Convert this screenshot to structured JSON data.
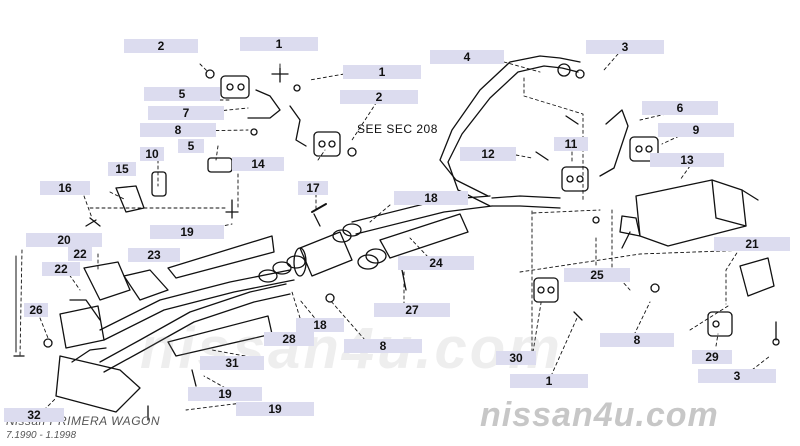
{
  "diagram": {
    "see_section": "SEE SEC 208",
    "watermark": "nissan4u.com",
    "caption": "Nissan PRIMERA WAGON",
    "date_range": "7.1990 - 1.1998"
  },
  "callouts": [
    "2",
    "1",
    "1",
    "5",
    "2",
    "7",
    "8",
    "10",
    "15",
    "14",
    "5",
    "16",
    "17",
    "19",
    "20",
    "22",
    "23",
    "22",
    "26",
    "4",
    "3",
    "6",
    "9",
    "12",
    "11",
    "13",
    "18",
    "24",
    "21",
    "25",
    "28",
    "18",
    "8",
    "27",
    "31",
    "30",
    "8",
    "29",
    "1",
    "3",
    "19",
    "19",
    "32"
  ]
}
